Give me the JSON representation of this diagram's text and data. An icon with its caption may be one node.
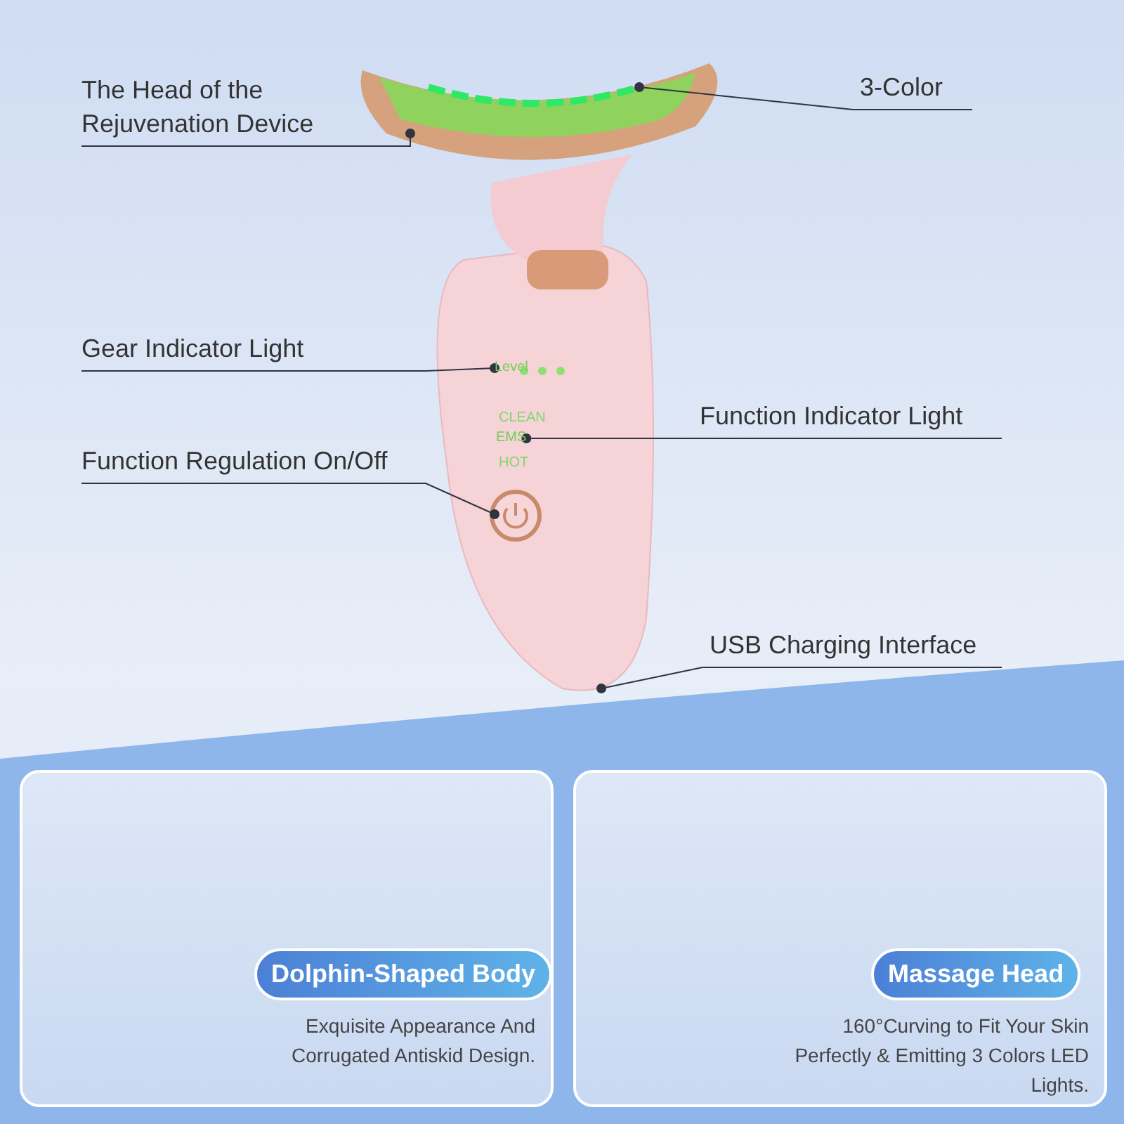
{
  "diagram": {
    "nodes": [
      {
        "text": [
          "The Head of the Rejuvenation Device"
        ]
      },
      {
        "text": [
          "3-Color"
        ]
      },
      {
        "text": [
          "Gear Indicator Light"
        ]
      },
      {
        "text": [
          "Function Indicator Light"
        ]
      },
      {
        "text": [
          "Function Regulation On/Off"
        ]
      },
      {
        "text": [
          "USB Charging Interface"
        ]
      },
      {
        "text": [
          "Exquisite Appearance And Corrugated Antiskid Design."
        ]
      },
      {
        "text": [
          "Dolphin-Shaped Body"
        ],
        "in": 6
      },
      {
        "text": [
          "160°Curving to Fit Your Skin Perfectly & Emitting 3 Colors LED Lights."
        ]
      },
      {
        "text": [
          "Massage Head"
        ],
        "in": 8
      },
      {
        "text": [
          "Level"
        ]
      },
      {
        "text": [
          "EMS"
        ]
      }
    ],
    "edges": [
      {
        "from": 0,
        "to": null,
        "arrow": "other"
      },
      {
        "from": 1,
        "to": null,
        "arrow": "other"
      },
      {
        "from": 2,
        "to": 10,
        "arrow": "other"
      },
      {
        "from": 3,
        "to": 11,
        "arrow": "other"
      },
      {
        "from": 4,
        "to": null,
        "arrow": "other"
      },
      {
        "from": 5,
        "to": null,
        "arrow": "other"
      }
    ],
    "labels": [
      "CLEAN",
      "HOT"
    ]
  }
}
